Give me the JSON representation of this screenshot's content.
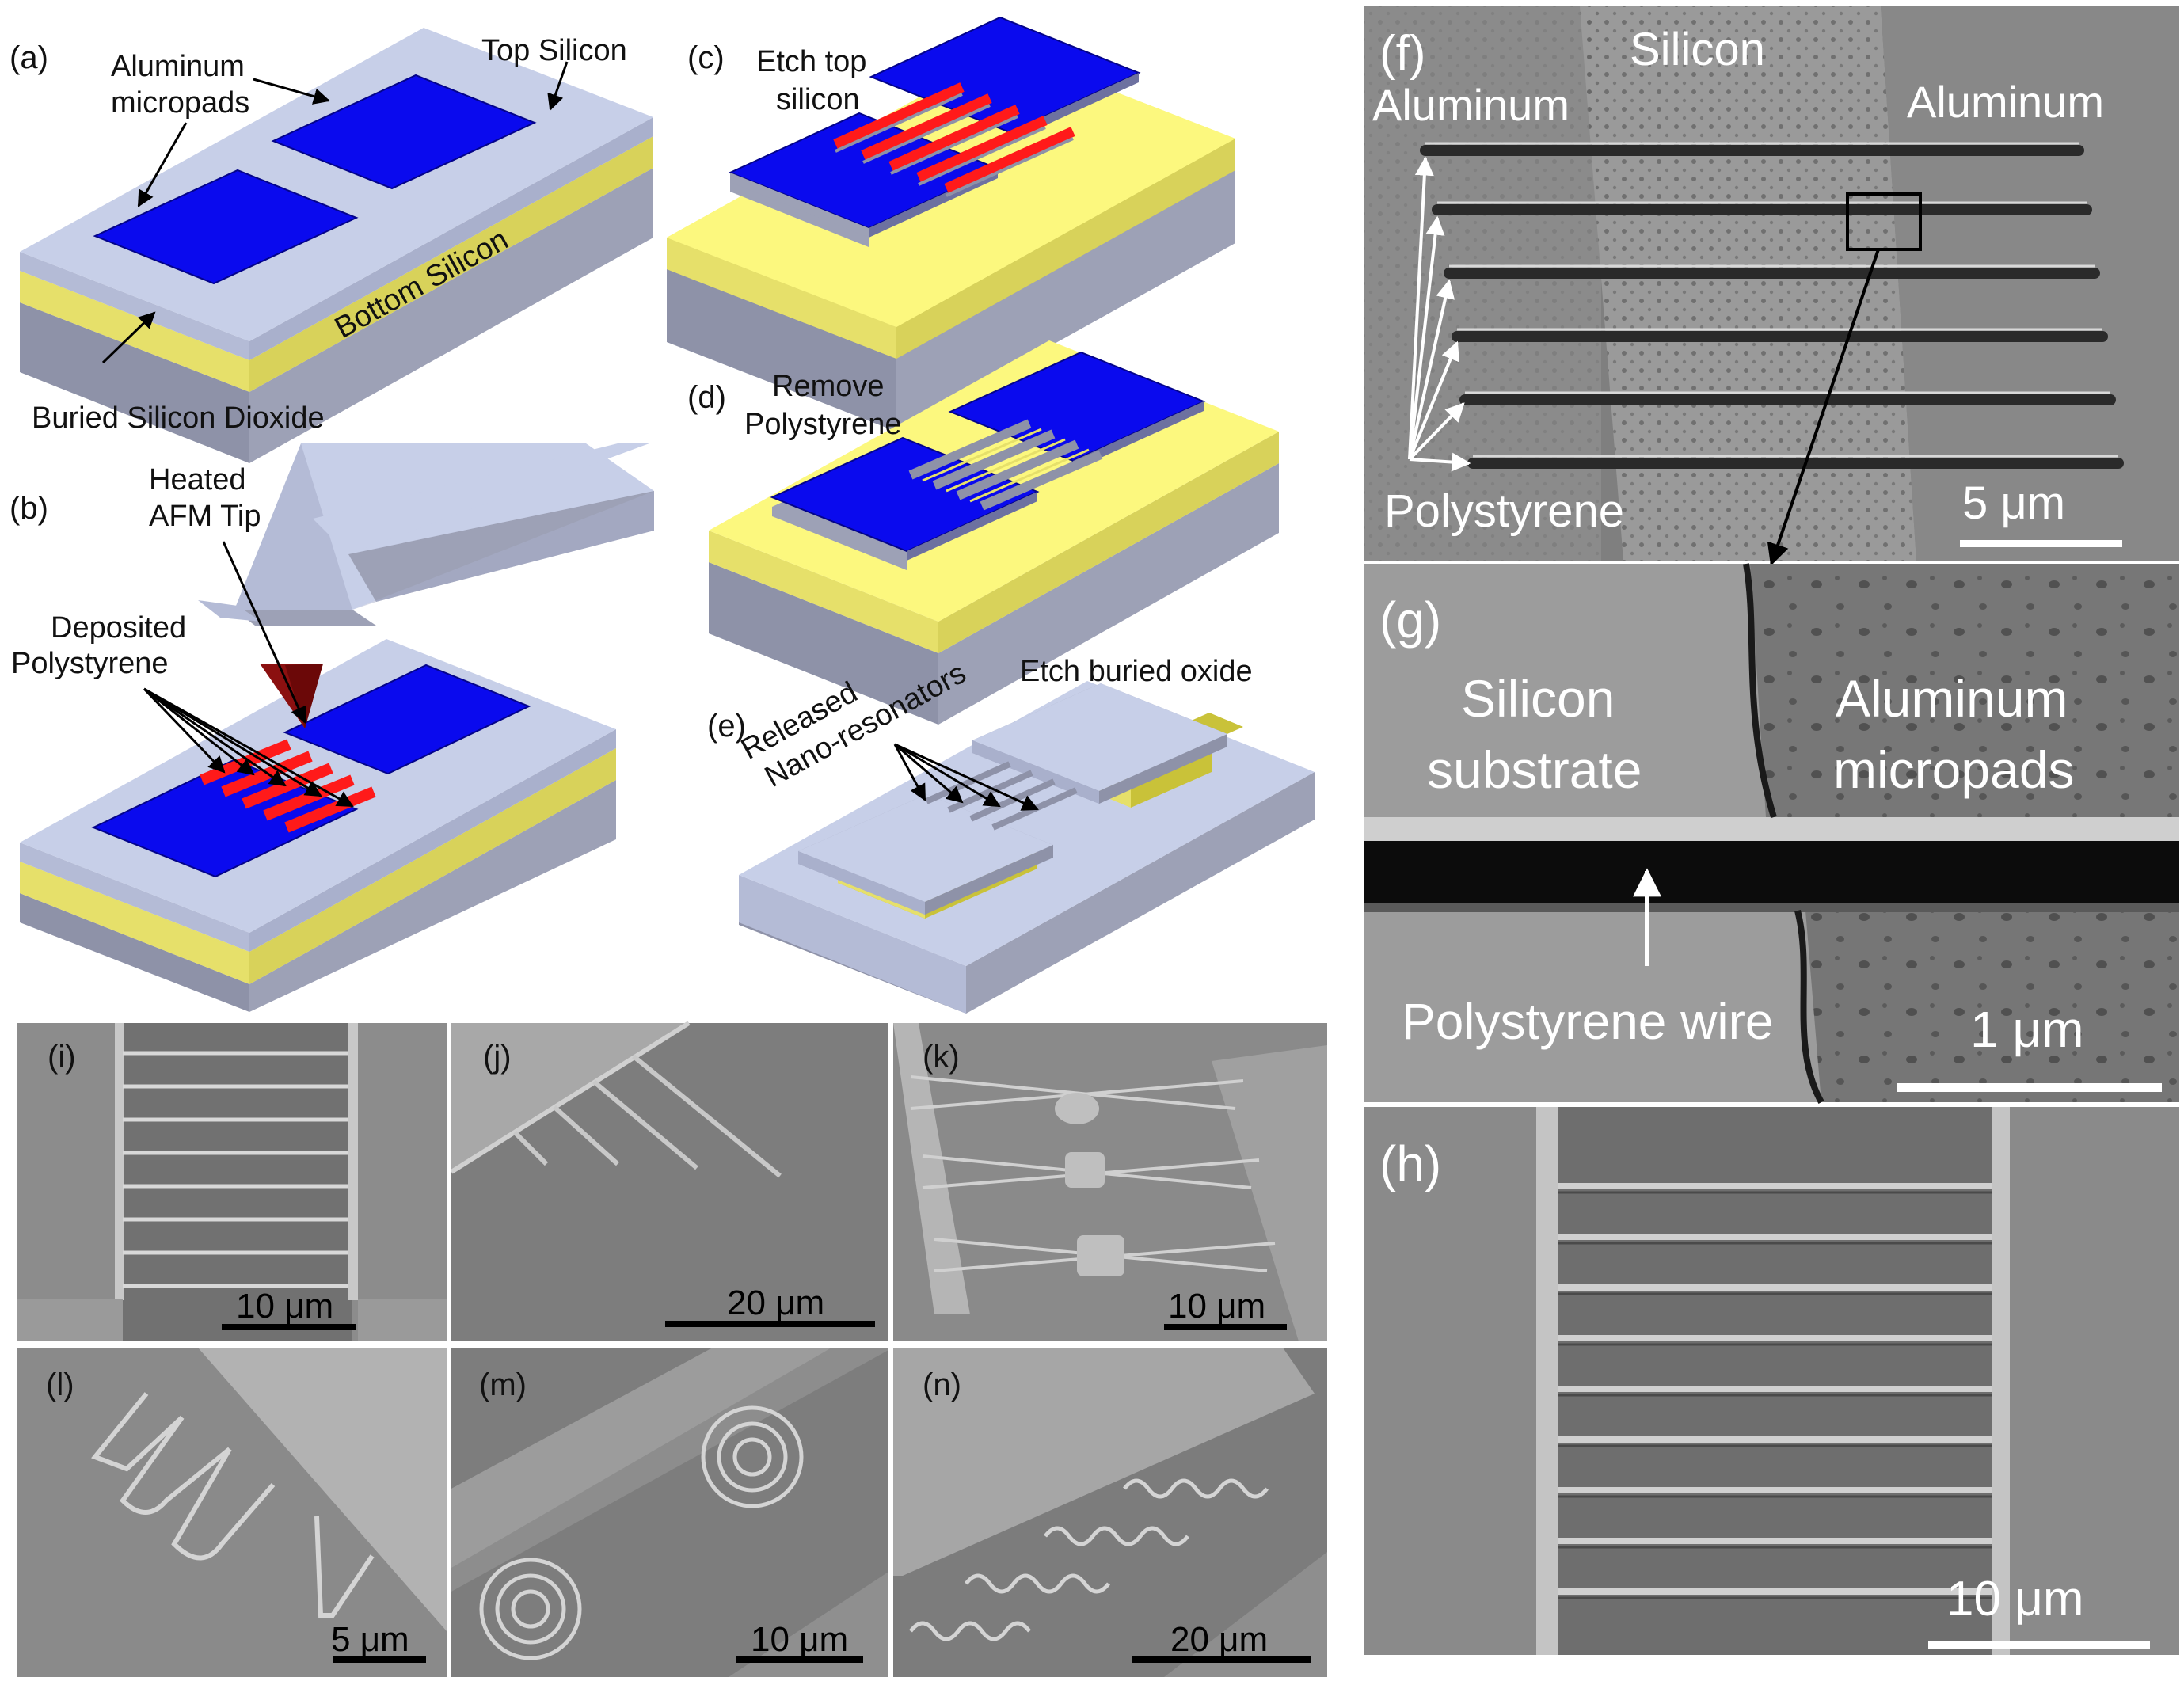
{
  "panels": {
    "a": {
      "tag": "(a)",
      "aluminum_micropads": [
        "Aluminum",
        "micropads"
      ],
      "top_silicon": "Top Silicon",
      "bottom_silicon": "Bottom Silicon",
      "buried_oxide": "Buried Silicon Dioxide"
    },
    "b": {
      "tag": "(b)",
      "heated_tip": [
        "Heated",
        "AFM Tip"
      ],
      "deposited": [
        "Deposited",
        "Polystyrene"
      ]
    },
    "c": {
      "tag": "(c)",
      "etch": [
        "Etch top",
        "silicon"
      ]
    },
    "d": {
      "tag": "(d)",
      "remove": [
        "Remove",
        "Polystyrene"
      ]
    },
    "e": {
      "tag": "(e)",
      "released": [
        "Released",
        "Nano-resonators"
      ],
      "etch_oxide": "Etch buried oxide"
    },
    "f": {
      "tag": "(f)",
      "silicon": "Silicon",
      "aluminum_left": "Aluminum",
      "aluminum_right": "Aluminum",
      "polystyrene": "Polystyrene",
      "scale": "5 μm"
    },
    "g": {
      "tag": "(g)",
      "silicon_substrate": [
        "Silicon",
        "substrate"
      ],
      "aluminum_micropads": [
        "Aluminum",
        "micropads"
      ],
      "wire": "Polystyrene wire",
      "scale": "1 μm"
    },
    "h": {
      "tag": "(h)",
      "scale": "10 μm"
    },
    "i": {
      "tag": "(i)",
      "scale": "10 μm"
    },
    "j": {
      "tag": "(j)",
      "scale": "20 μm"
    },
    "k": {
      "tag": "(k)",
      "scale": "10 μm"
    },
    "l": {
      "tag": "(l)",
      "scale": "5 μm"
    },
    "m": {
      "tag": "(m)",
      "scale": "10 μm"
    },
    "n": {
      "tag": "(n)",
      "scale": "20 μm"
    }
  },
  "colors": {
    "top_silicon": "#c7cfe8",
    "aluminum": "#0a0aee",
    "oxide": "#e8e36a",
    "bottom_silicon": "#8e92a8",
    "polystyrene": "#ff1a1a",
    "tip": "#8b1010"
  }
}
